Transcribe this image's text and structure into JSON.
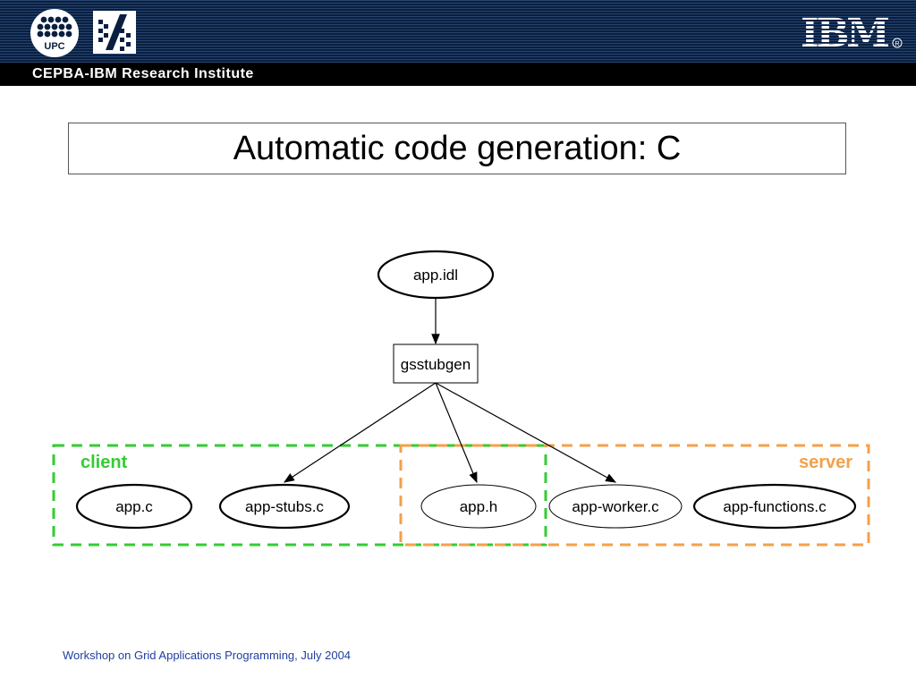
{
  "header": {
    "institute": "CEPBA-IBM Research Institute",
    "logos": {
      "left1": "UPC",
      "right": "IBM"
    }
  },
  "title": "Automatic code generation: C",
  "diagram": {
    "nodes": {
      "idl": "app.idl",
      "gen": "gsstubgen",
      "app_c": "app.c",
      "stubs": "app-stubs.c",
      "app_h": "app.h",
      "worker": "app-worker.c",
      "functions": "app-functions.c"
    },
    "groups": {
      "client": "client",
      "server": "server"
    },
    "colors": {
      "client": "#33cc33",
      "server": "#f4a04a"
    }
  },
  "footer": "Workshop on Grid Applications Programming, July 2004"
}
